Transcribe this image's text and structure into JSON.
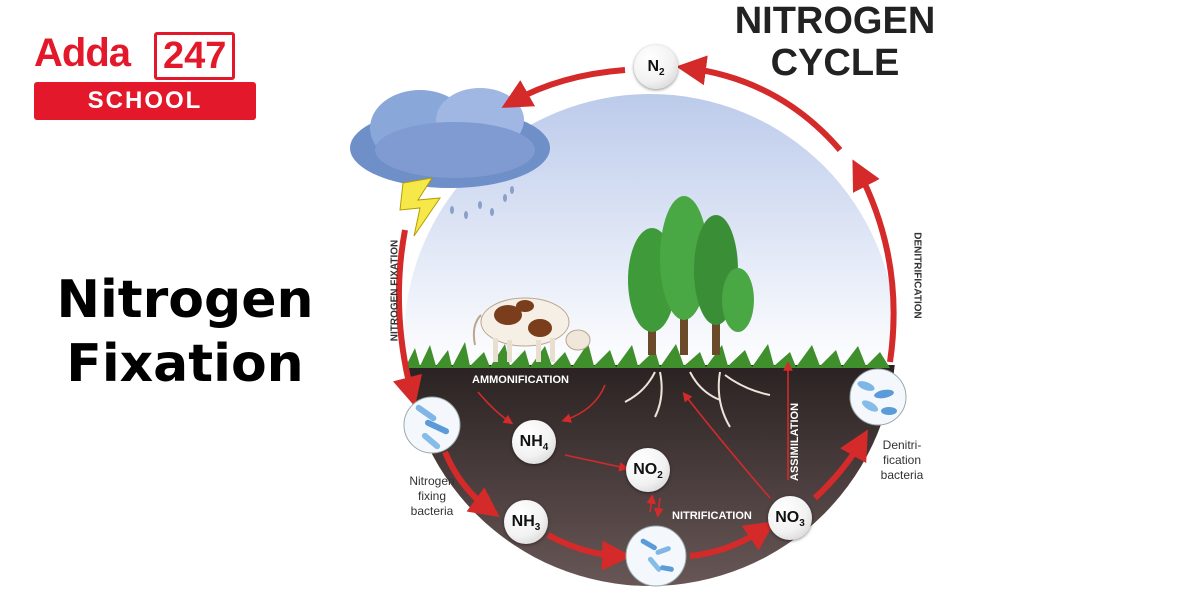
{
  "logo": {
    "brand": "Adda",
    "number": "247",
    "tag": "SCHOOL"
  },
  "heading": {
    "line1": "Nitrogen",
    "line2": "Fixation"
  },
  "diagram": {
    "title_line1": "NITROGEN",
    "title_line2": "CYCLE",
    "nodes": {
      "n2": {
        "base": "N",
        "sub": "2"
      },
      "nh4": {
        "base": "NH",
        "sub": "4"
      },
      "no2": {
        "base": "NO",
        "sub": "2"
      },
      "nh3": {
        "base": "NH",
        "sub": "3"
      },
      "no3": {
        "base": "NO",
        "sub": "3"
      }
    },
    "labels": {
      "nitrogen_fixation": "NITROGEN FIXATION",
      "denitrification": "DENITRIFICATION",
      "ammonification": "AMMONIFICATION",
      "assimilation": "ASSIMILATION",
      "nitrification": "NITRIFICATION",
      "nitrogen_fixing_bacteria": [
        "Nitrogen",
        "fixing",
        "bacteria"
      ],
      "denitrification_bacteria": [
        "Denitri-",
        "fication",
        "bacteria"
      ]
    },
    "colors": {
      "cycle_arrow": "#d42a2a",
      "soil": "#3a2e2e",
      "sky": "#c9d6f0",
      "tree": "#3f9a3a"
    }
  }
}
